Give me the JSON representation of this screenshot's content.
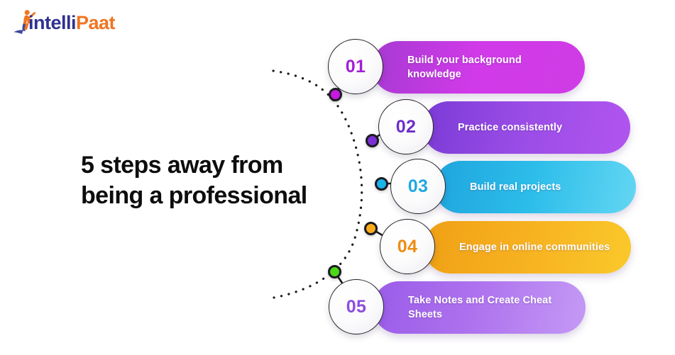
{
  "brand": {
    "name_part1": "intelli",
    "name_part2": "Paat",
    "icon": "person-figure-logo-icon",
    "color_part1": "#2f3192",
    "color_part2": "#f07522"
  },
  "headline": {
    "line1": "5 steps away from",
    "line2": "being a professional",
    "color": "#0d0d0d"
  },
  "steps": [
    {
      "number": "01",
      "label": "Build your background knowledge",
      "number_color": "#a21fd4",
      "dot_color": "#c61ae0",
      "pill_from": "#a63ad2",
      "pill_mid": "#d03ae8",
      "pill_to": "#cf3ce6"
    },
    {
      "number": "02",
      "label": "Practice consistently",
      "number_color": "#6d2fc9",
      "dot_color": "#7a2fd6",
      "pill_from": "#7b3ad6",
      "pill_mid": "#9a4de6",
      "pill_to": "#b254ef"
    },
    {
      "number": "03",
      "label": "Build real projects",
      "number_color": "#1fa8e0",
      "dot_color": "#1ab4e8",
      "pill_from": "#1fa5dd",
      "pill_mid": "#2cbdea",
      "pill_to": "#63d6f2"
    },
    {
      "number": "04",
      "label": "Engage in online communities",
      "number_color": "#ef8c12",
      "dot_color": "#f9ab1c",
      "pill_from": "#f0a015",
      "pill_mid": "#f7b120",
      "pill_to": "#fac92b"
    },
    {
      "number": "05",
      "label": "Take Notes and Create Cheat Sheets",
      "number_color": "#8c4de0",
      "dot_color": "#4cd816",
      "pill_from": "#9a5ce8",
      "pill_mid": "#ae72ee",
      "pill_to": "#c49af5"
    }
  ],
  "connector": {
    "style": "dotted-arc",
    "color": "#1a1a1a"
  }
}
